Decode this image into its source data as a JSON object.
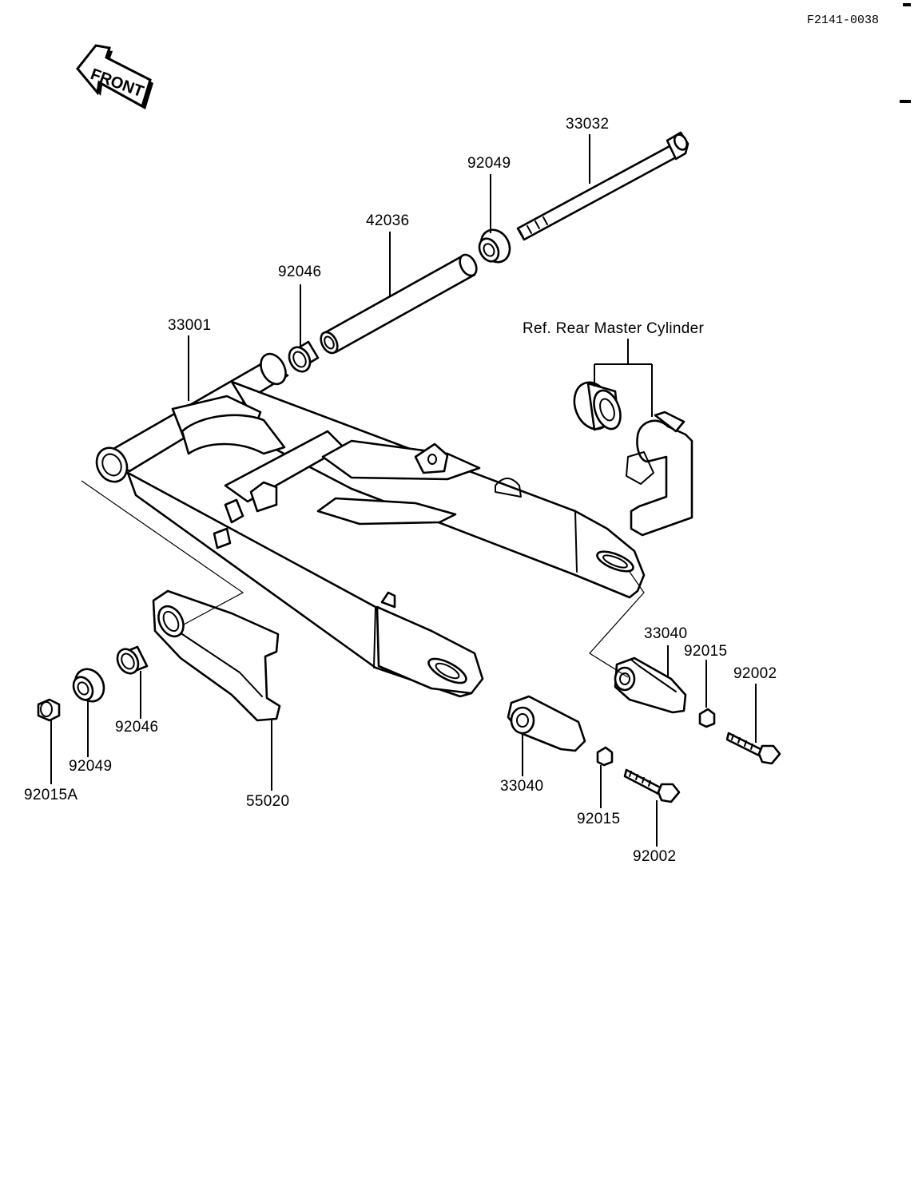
{
  "diagram_code": "F2141-0038",
  "front_label": "FRONT",
  "reference_note": "Ref. Rear Master Cylinder",
  "parts": {
    "swingarm": "33001",
    "pivot_shaft": "33032",
    "sleeve": "42036",
    "bearing_upper": "92046",
    "bearing_lower": "92046",
    "cap_upper": "92049",
    "cap_lower": "92049",
    "nut_lower_left": "92015A",
    "chain_guard": "55020",
    "adjuster_right": "33040",
    "adjuster_left": "33040",
    "nut_right": "92015",
    "nut_left": "92015",
    "bolt_right": "92002",
    "bolt_left": "92002"
  }
}
